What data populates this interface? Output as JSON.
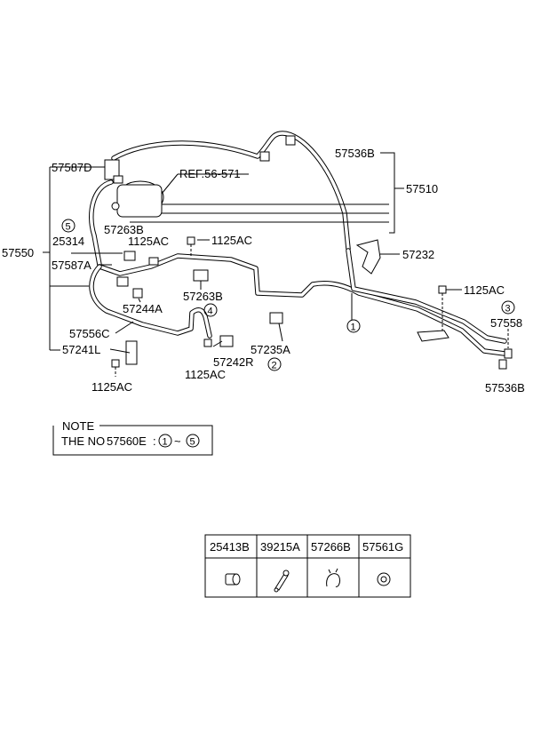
{
  "labels": {
    "l_57536B_top": "57536B",
    "l_57587D": "57587D",
    "l_ref": "REF.56-571",
    "l_57510": "57510",
    "l_57263B_a": "57263B",
    "l_25314": "25314",
    "l_1125AC_a": "1125AC",
    "l_1125AC_b": "1125AC",
    "l_57232": "57232",
    "l_57550": "57550",
    "l_57587A": "57587A",
    "l_1125AC_c": "1125AC",
    "l_57263B_b": "57263B",
    "l_57244A": "57244A",
    "l_57558": "57558",
    "l_57556C": "57556C",
    "l_57235A": "57235A",
    "l_57241L": "57241L",
    "l_57242R": "57242R",
    "l_1125AC_d": "1125AC",
    "l_1125AC_e": "1125AC",
    "l_57536B_bot": "57536B"
  },
  "circled": {
    "c1": "1",
    "c2": "2",
    "c3": "3",
    "c4": "4",
    "c5": "5"
  },
  "note": {
    "title": "NOTE",
    "prefix": "THE NO",
    "part": "57560E",
    "colon": ":",
    "from": "1",
    "tilde": "~",
    "to": "5"
  },
  "parts_table": {
    "headers": [
      "25413B",
      "39215A",
      "57266B",
      "57561G"
    ],
    "icons": [
      "cap-icon",
      "clip-pin-icon",
      "hose-clip-icon",
      "grommet-icon"
    ]
  }
}
